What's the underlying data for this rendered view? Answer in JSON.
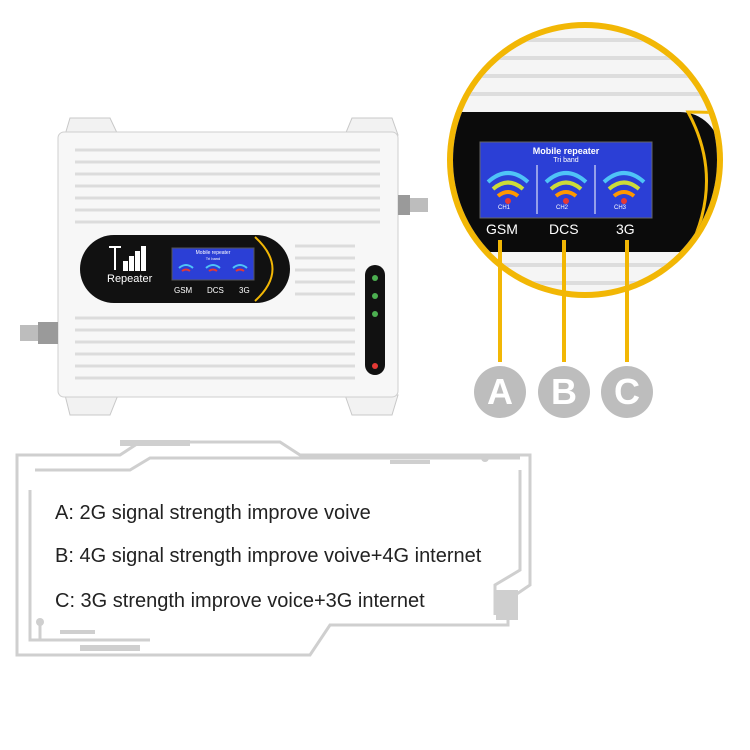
{
  "device": {
    "logo_text": "Repeater",
    "screen_title": "Mobile repeater",
    "screen_subtitle": "Tri band",
    "band_labels": [
      "GSM",
      "DCS",
      "3G"
    ]
  },
  "zoom": {
    "screen_title": "Mobile repeater",
    "screen_subtitle": "Tri band",
    "channels": [
      "CH1",
      "CH2",
      "CH3"
    ],
    "band_labels": [
      "GSM",
      "DCS",
      "3G"
    ]
  },
  "callouts": [
    "A",
    "B",
    "C"
  ],
  "legend": [
    "A: 2G signal strength improve voive",
    "B: 4G signal strength improve voive+4G internet",
    "C: 3G strength improve voice+3G internet"
  ],
  "colors": {
    "accent": "#f2b705",
    "screen_blue": "#2b3fd6",
    "badge_gray": "#bdbdbd"
  }
}
